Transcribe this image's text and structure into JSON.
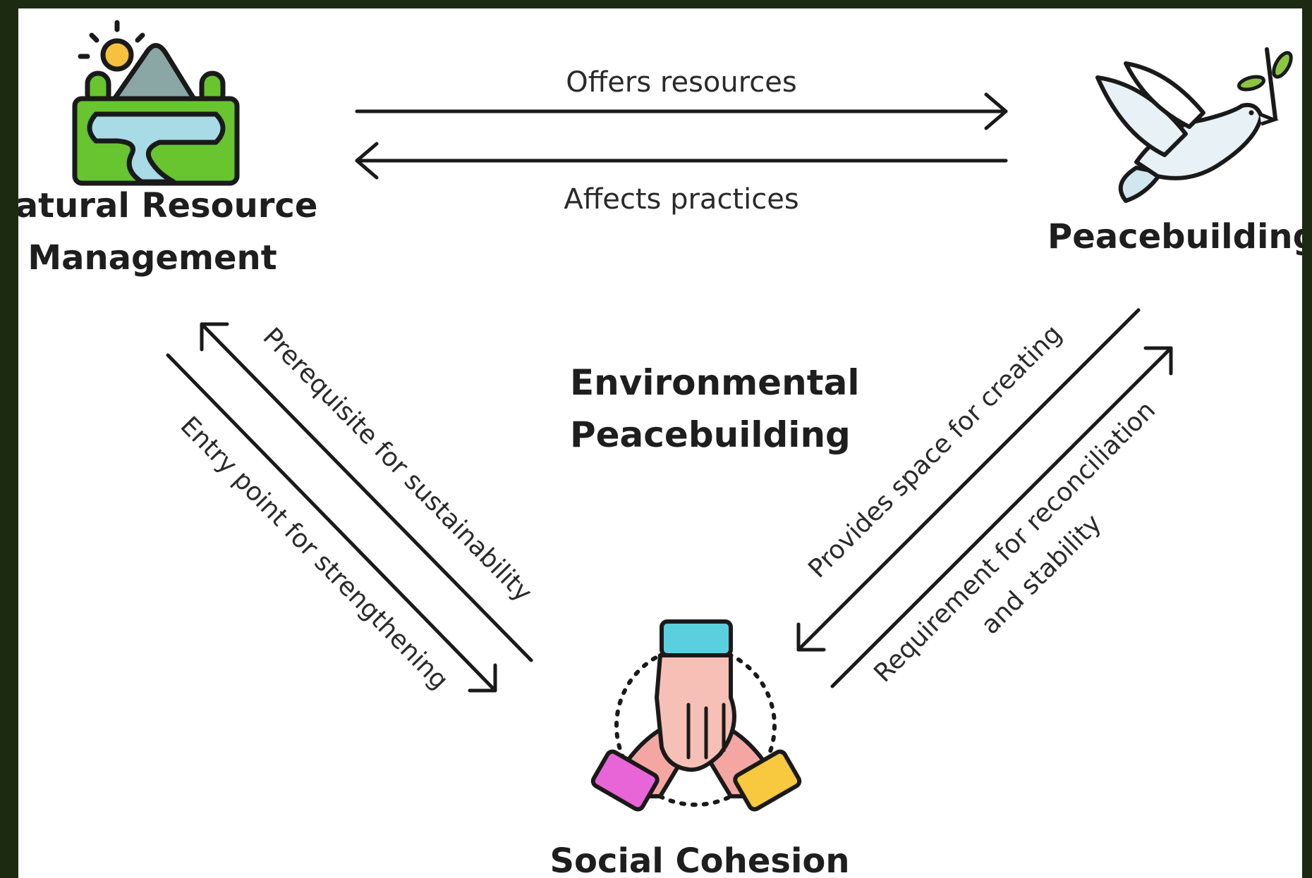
{
  "diagram": {
    "center_title": [
      "Environmental",
      "Peacebuilding"
    ],
    "nodes": {
      "natural_resource": {
        "label": [
          "Natural Resource",
          "Management"
        ],
        "icon": "landscape-icon"
      },
      "peacebuilding": {
        "label": "Peacebuilding",
        "icon": "dove-icon"
      },
      "social_cohesion": {
        "label": "Social Cohesion",
        "icon": "hands-together-icon"
      }
    },
    "edges": {
      "offers_resources": "Offers resources",
      "affects_practices": "Affects practices",
      "prerequisite": "Prerequisite for sustainability",
      "entry_point": "Entry point for strengthening",
      "provides_space": "Provides space for creating",
      "requirement": [
        "Requirement for reconciliation",
        "and stability"
      ]
    }
  }
}
